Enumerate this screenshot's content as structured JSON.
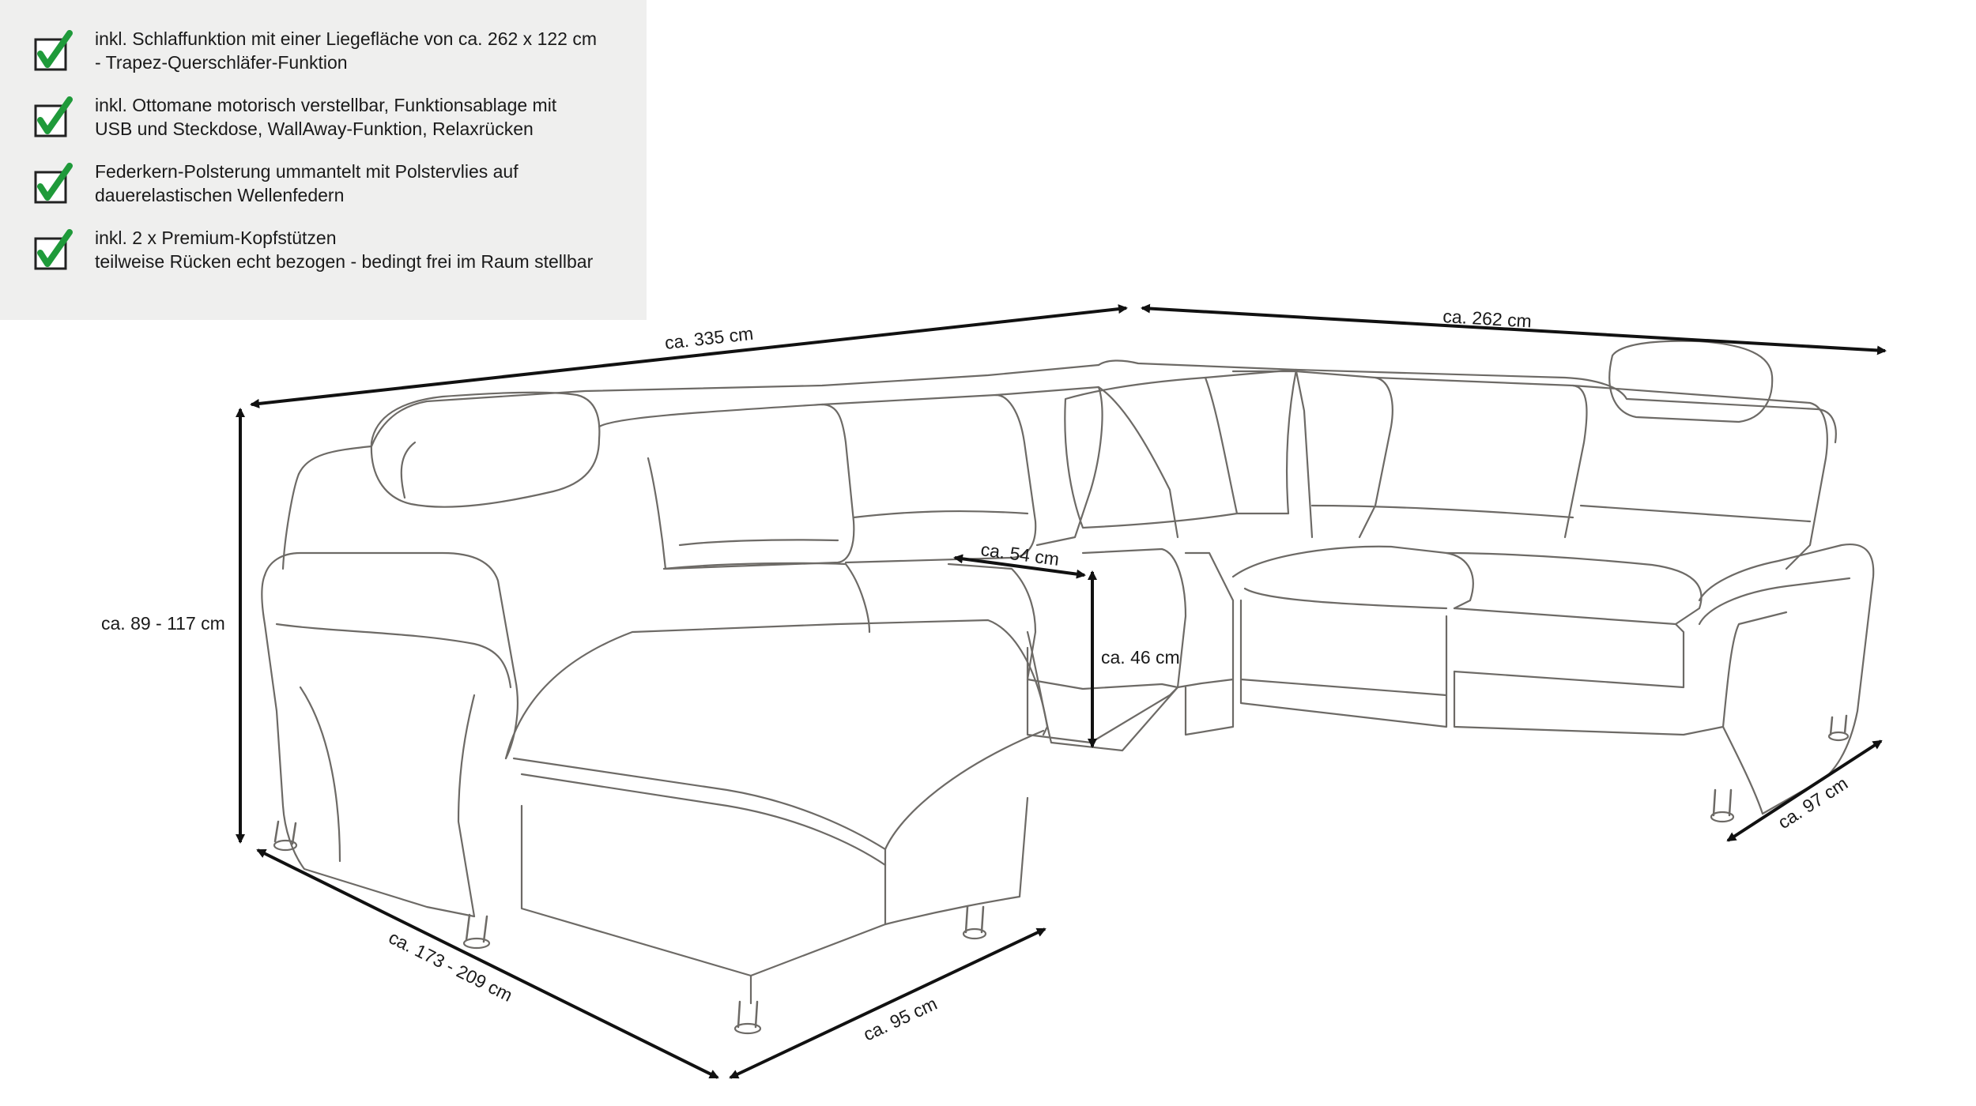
{
  "features": [
    {
      "icon": "checkmark-icon",
      "lines": [
        "inkl. Schlaffunktion mit einer Liegefläche von ca. 262 x 122 cm",
        "- Trapez-Querschläfer-Funktion"
      ]
    },
    {
      "icon": "checkmark-icon",
      "lines": [
        "inkl. Ottomane motorisch verstellbar, Funktionsablage mit",
        "USB und Steckdose, WallAway-Funktion, Relaxrücken"
      ]
    },
    {
      "icon": "checkmark-icon",
      "lines": [
        "Federkern-Polsterung ummantelt mit Polstervlies auf",
        "dauerelastischen Wellenfedern"
      ]
    },
    {
      "icon": "checkmark-icon",
      "lines": [
        "inkl. 2 x Premium-Kopfstützen",
        "teilweise Rücken echt bezogen - bedingt frei im Raum stellbar"
      ]
    }
  ],
  "dimensions": {
    "length_left": "ca. 335 cm",
    "length_right": "ca. 262 cm",
    "height": "ca. 89 - 117 cm",
    "seat_depth": "ca. 54 cm",
    "seat_height": "ca. 46 cm",
    "ottoman_length": "ca. 173 - 209 cm",
    "ottoman_width": "ca. 95 cm",
    "right_depth": "ca. 97 cm"
  },
  "colors": {
    "panel_background": "#efefee",
    "checkmark": "#1f9a3a",
    "sketch_line": "#6d6a66",
    "dimension_line": "#111111"
  }
}
